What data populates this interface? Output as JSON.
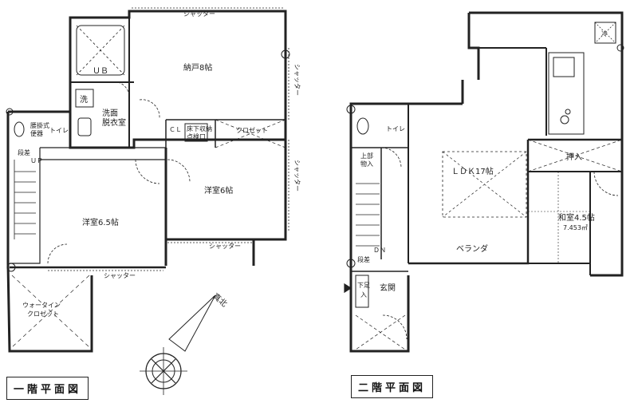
{
  "floor1": {
    "title": "一階平面図",
    "rooms": {
      "storage": "納戸8帖",
      "bath": "ＵＢ",
      "washroom_line1": "洗面",
      "washroom_line2": "脱衣室",
      "wash_mark": "洗",
      "toilet_line1": "腰掛式",
      "toilet_line2": "便器",
      "toilet": "トイレ",
      "cl": "ＣＬ",
      "underfloor_line1": "床下収納",
      "underfloor_line2": "点検口",
      "closet": "クロゼット",
      "western6": "洋室6帖",
      "western65": "洋室6.5帖",
      "walkin_line1": "ウォークイン",
      "walkin_line2": "クロゼット",
      "up": "ＵＰ",
      "step": "段差"
    },
    "shutter_label": "シャッター",
    "north_label": "真北"
  },
  "floor2": {
    "title": "二階平面図",
    "rooms": {
      "ldk": "ＬＤＫ17帖",
      "oshiire": "押入",
      "washitsu": "和室4.5帖",
      "washitsu_area": "7.453㎡",
      "veranda": "ベランダ",
      "genkan": "玄関",
      "toilet": "トイレ",
      "shoebox_line1": "下足",
      "shoebox_line2": "入",
      "dn": "ＤＮ",
      "step": "段差",
      "ac": "冷",
      "store_line1": "上部",
      "store_line2": "物入"
    }
  }
}
